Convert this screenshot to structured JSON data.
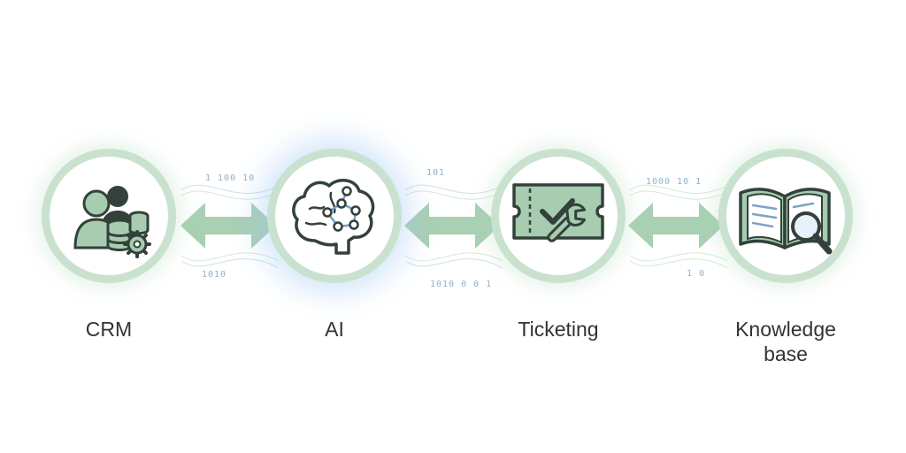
{
  "nodes": [
    {
      "id": "crm",
      "label_lines": [
        "CRM"
      ],
      "icon": "users-database-gear-icon"
    },
    {
      "id": "ai",
      "label_lines": [
        "AI"
      ],
      "icon": "brain-network-icon"
    },
    {
      "id": "ticketing",
      "label_lines": [
        "Ticketing"
      ],
      "icon": "ticket-check-wrench-icon"
    },
    {
      "id": "knowledge-base",
      "label_lines": [
        "Knowledge",
        "base"
      ],
      "icon": "open-book-magnifier-icon"
    }
  ],
  "binary_snippets": [
    "1 100 10",
    "1010",
    "101",
    "1010 0 0 1",
    "1000 10 1",
    "1 0"
  ],
  "colors": {
    "ring": "#c9e2cf",
    "arrow": "#a9d0b3",
    "icon_dark": "#33413a",
    "icon_green": "#a7ccb0",
    "glow_blue": "#96c3f5",
    "label": "#333333"
  }
}
